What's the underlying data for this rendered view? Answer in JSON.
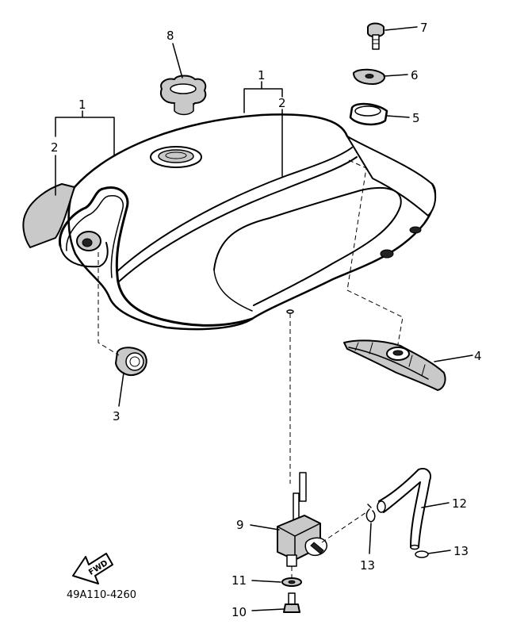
{
  "callouts": {
    "c1a": "1",
    "c1b": "1",
    "c2a": "2",
    "c2b": "2",
    "c3": "3",
    "c4": "4",
    "c5": "5",
    "c6": "6",
    "c7": "7",
    "c8": "8",
    "c9": "9",
    "c10": "10",
    "c11": "11",
    "c12": "12",
    "c13a": "13",
    "c13b": "13"
  },
  "fwd_arrow": {
    "label": "FWD"
  },
  "diagram_code": "49A110-4260"
}
